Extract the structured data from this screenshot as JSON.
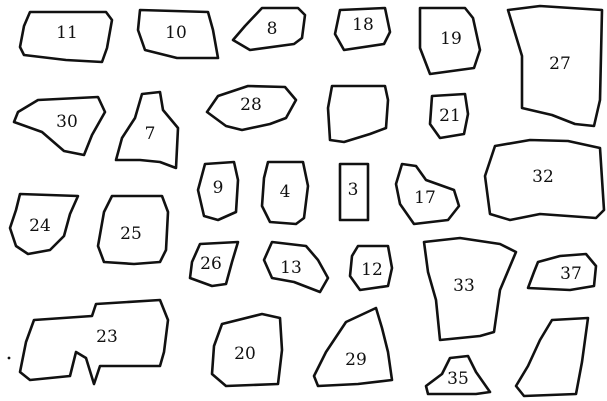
{
  "figure": {
    "pieces": [
      {
        "id": "p11",
        "label": "11"
      },
      {
        "id": "p10",
        "label": "10"
      },
      {
        "id": "p8",
        "label": "8"
      },
      {
        "id": "p18",
        "label": "18"
      },
      {
        "id": "p19",
        "label": "19"
      },
      {
        "id": "p27",
        "label": "27"
      },
      {
        "id": "p30",
        "label": "30"
      },
      {
        "id": "p7",
        "label": "7"
      },
      {
        "id": "p28",
        "label": "28"
      },
      {
        "id": "p-unlabeled-a",
        "label": ""
      },
      {
        "id": "p21",
        "label": "21"
      },
      {
        "id": "p32",
        "label": "32"
      },
      {
        "id": "p9",
        "label": "9"
      },
      {
        "id": "p4",
        "label": "4"
      },
      {
        "id": "p3",
        "label": "3"
      },
      {
        "id": "p17",
        "label": "17"
      },
      {
        "id": "p24",
        "label": "24"
      },
      {
        "id": "p25",
        "label": "25"
      },
      {
        "id": "p26",
        "label": "26"
      },
      {
        "id": "p13",
        "label": "13"
      },
      {
        "id": "p12",
        "label": "12"
      },
      {
        "id": "p33",
        "label": "33"
      },
      {
        "id": "p37",
        "label": "37"
      },
      {
        "id": "p23",
        "label": "23"
      },
      {
        "id": "p20",
        "label": "20"
      },
      {
        "id": "p29",
        "label": "29"
      },
      {
        "id": "p35",
        "label": "35"
      },
      {
        "id": "p-unlabeled-b",
        "label": ""
      }
    ]
  }
}
